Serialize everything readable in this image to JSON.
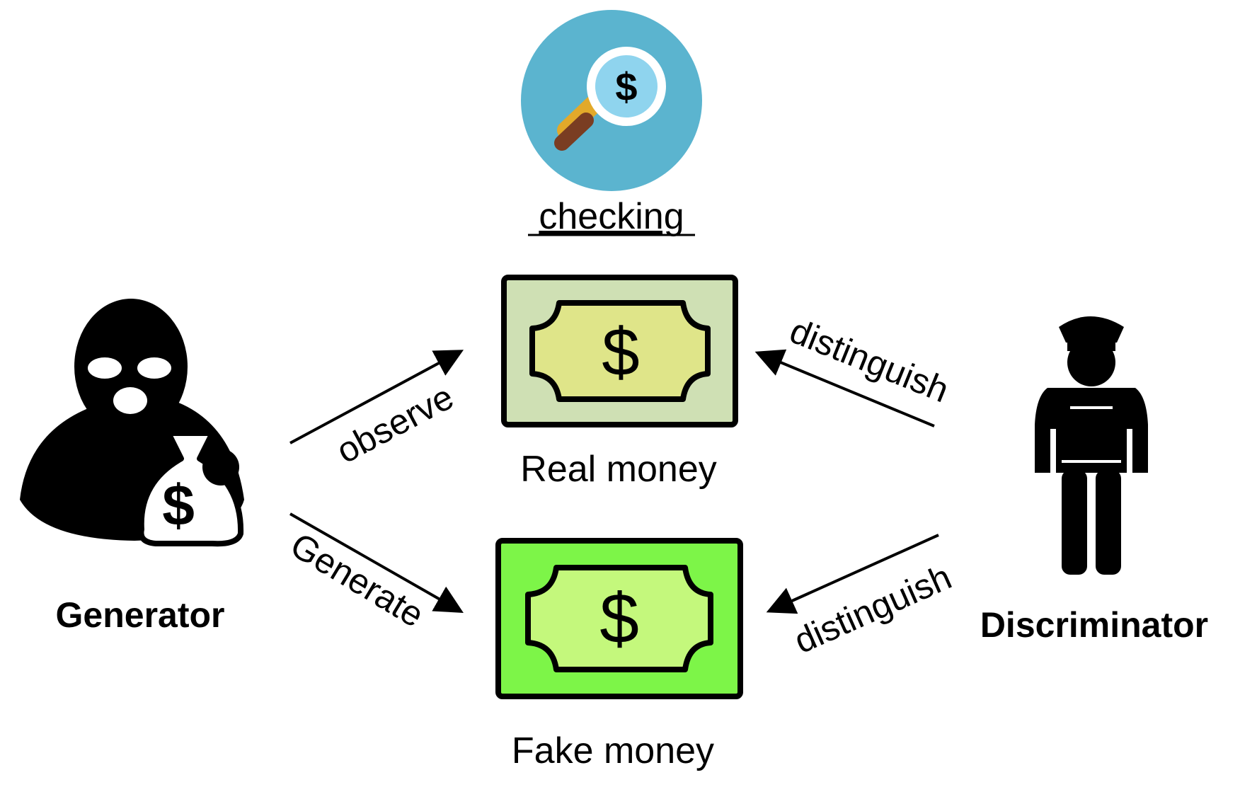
{
  "labels": {
    "checking": "checking",
    "real_money": "Real money",
    "fake_money": "Fake money",
    "generator": "Generator",
    "discriminator": "Discriminator",
    "observe": "observe",
    "generate": "Generate",
    "distinguish_top": "distinguish",
    "distinguish_bottom": "distinguish"
  },
  "symbols": {
    "dollar": "$"
  },
  "icons": {
    "checking": "magnifier-dollar-icon",
    "generator": "masked-thief-moneybag-icon",
    "discriminator": "police-officer-icon",
    "real_money": "banknote-icon",
    "fake_money": "banknote-icon"
  },
  "colors": {
    "checking_circle": "#5bb4cf",
    "real_note_outer": "#cfe0b4",
    "real_note_inner": "#dfe589",
    "fake_note_outer": "#7df548",
    "fake_note_inner": "#c4f87c",
    "ink": "#000000"
  }
}
